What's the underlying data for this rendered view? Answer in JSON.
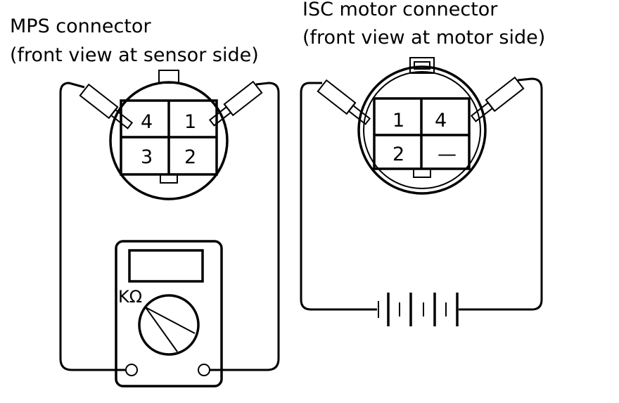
{
  "labels": {
    "mps_title_line1": "MPS connector",
    "mps_title_line2": "(front view at sensor side)",
    "isc_title_line1": "ISC motor connector",
    "isc_title_line2": "(front view at motor side)",
    "meter_unit": "KΩ"
  },
  "mps_connector": {
    "pins": [
      "4",
      "1",
      "3",
      "2"
    ]
  },
  "isc_connector": {
    "pins": [
      "1",
      "4",
      "2",
      "—"
    ]
  },
  "icons": {
    "probe": "test-probe-icon",
    "meter": "ohmmeter-icon",
    "battery": "battery-icon"
  }
}
